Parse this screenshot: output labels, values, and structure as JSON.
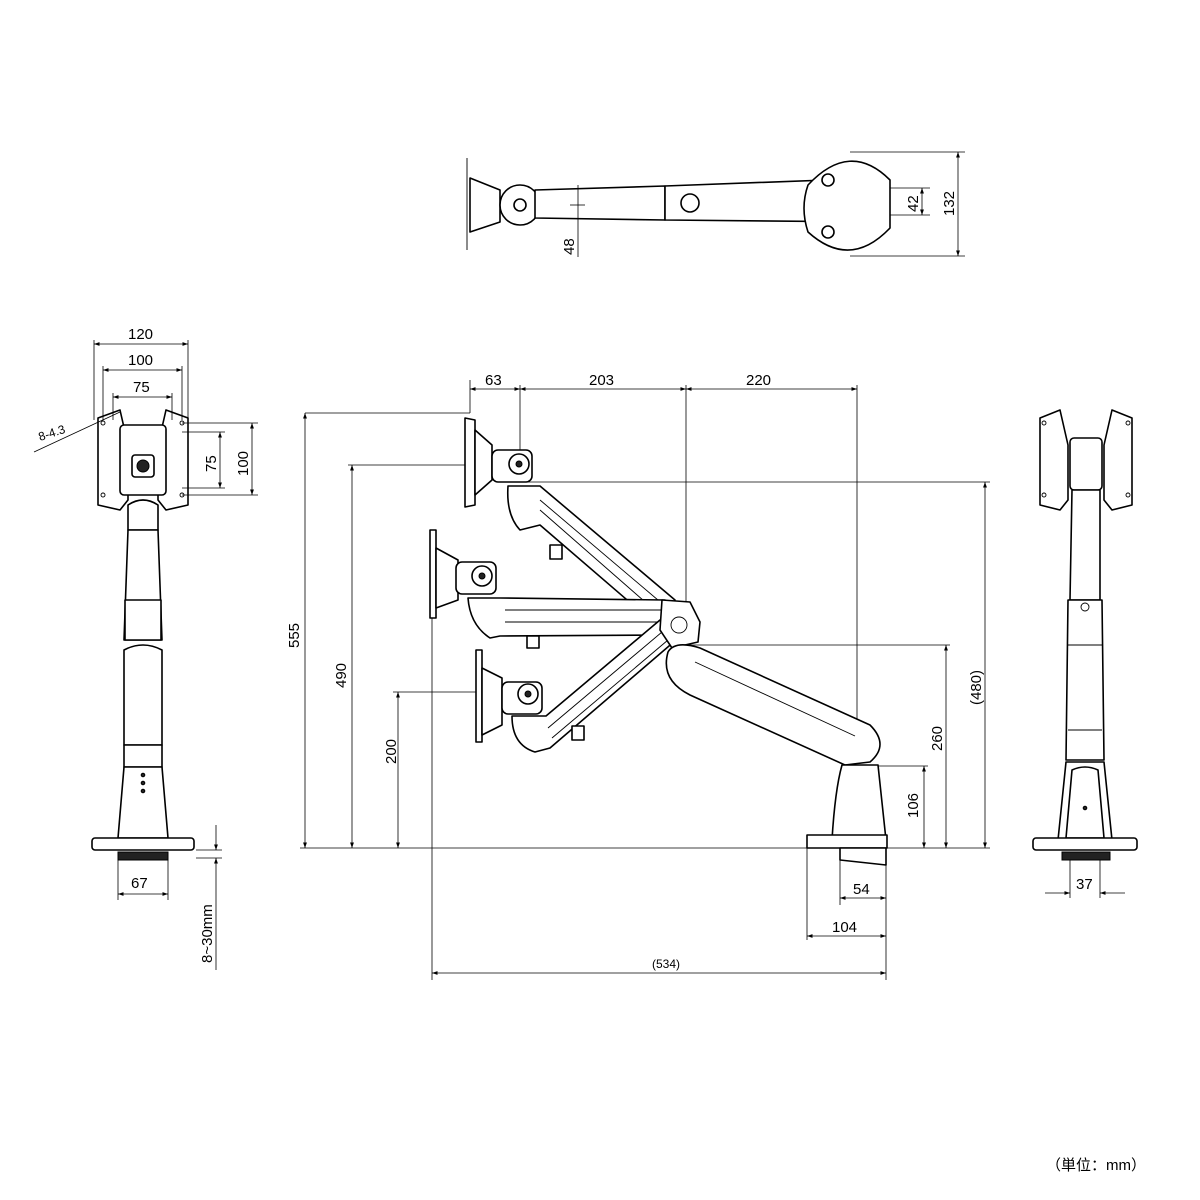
{
  "top_view": {
    "dims": [
      "48",
      "42",
      "132"
    ]
  },
  "front_view": {
    "dims": [
      "120",
      "100",
      "75",
      "8-4.3",
      "75",
      "100",
      "67",
      "8~30mm"
    ]
  },
  "side_view": {
    "dims_top": [
      "63",
      "203",
      "220"
    ],
    "dims_left": [
      "555",
      "490",
      "200"
    ],
    "dims_right": [
      "(480)",
      "260",
      "106"
    ],
    "dims_bottom": [
      "54",
      "104",
      "(534)"
    ]
  },
  "rear_view": {
    "dims": [
      "37"
    ]
  },
  "unit_note": "（単位：mm）"
}
